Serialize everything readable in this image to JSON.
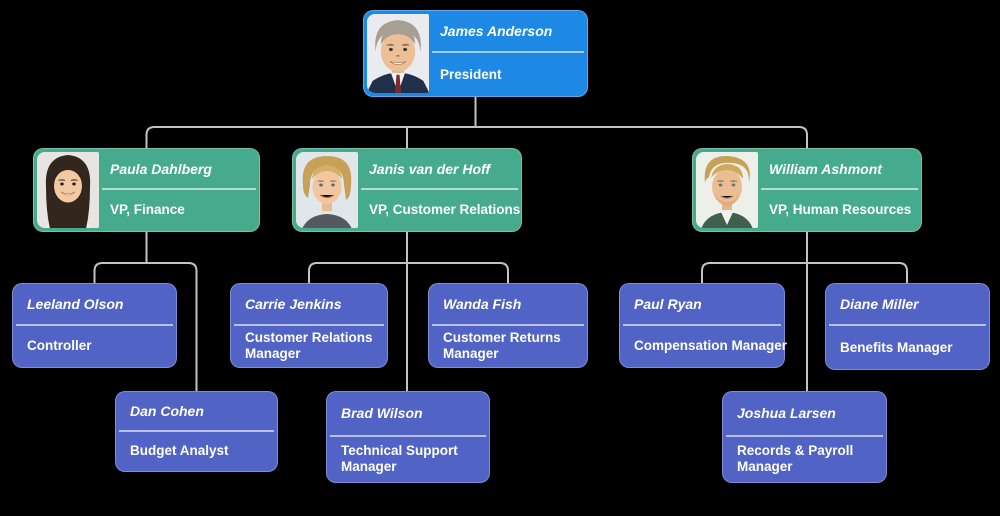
{
  "diagram": {
    "type": "org-chart",
    "background_color": "#000000",
    "connector_color": "#c3c3c3",
    "text_color": "#ffffff",
    "level_colors": {
      "president": "#1e88e5",
      "vice_president": "#46aa8c",
      "manager": "#5163c4"
    }
  },
  "nodes": [
    {
      "name": "James Anderson",
      "title": "President",
      "level": "president",
      "reports_to": null,
      "avatar": "older-man-gray-hair-navy-suit-red-tie"
    },
    {
      "name": "Paula Dahlberg",
      "title": "VP, Finance",
      "level": "vice_president",
      "reports_to": "James Anderson",
      "avatar": "woman-long-dark-hair"
    },
    {
      "name": "Janis van der Hoff",
      "title": "VP, Customer Relations",
      "level": "vice_president",
      "reports_to": "James Anderson",
      "avatar": "woman-short-blonde-hair"
    },
    {
      "name": "William Ashmont",
      "title": "VP, Human Resources",
      "level": "vice_president",
      "reports_to": "James Anderson",
      "avatar": "man-blonde-hair-green-shirt"
    },
    {
      "name": "Leeland Olson",
      "title": "Controller",
      "level": "manager",
      "reports_to": "Paula Dahlberg"
    },
    {
      "name": "Carrie Jenkins",
      "title": "Customer Relations Manager",
      "level": "manager",
      "reports_to": "Janis van der Hoff"
    },
    {
      "name": "Wanda Fish",
      "title": "Customer Returns Manager",
      "level": "manager",
      "reports_to": "Janis van der Hoff"
    },
    {
      "name": "Paul Ryan",
      "title": "Compensation Manager",
      "level": "manager",
      "reports_to": "William Ashmont"
    },
    {
      "name": "Diane Miller",
      "title": "Benefits Manager",
      "level": "manager",
      "reports_to": "William Ashmont"
    },
    {
      "name": "Dan Cohen",
      "title": "Budget Analyst",
      "level": "manager",
      "reports_to": "Paula Dahlberg"
    },
    {
      "name": "Brad Wilson",
      "title": "Technical Support Manager",
      "level": "manager",
      "reports_to": "Janis van der Hoff"
    },
    {
      "name": "Joshua Larsen",
      "title": "Records & Payroll Manager",
      "level": "manager",
      "reports_to": "William Ashmont"
    }
  ]
}
